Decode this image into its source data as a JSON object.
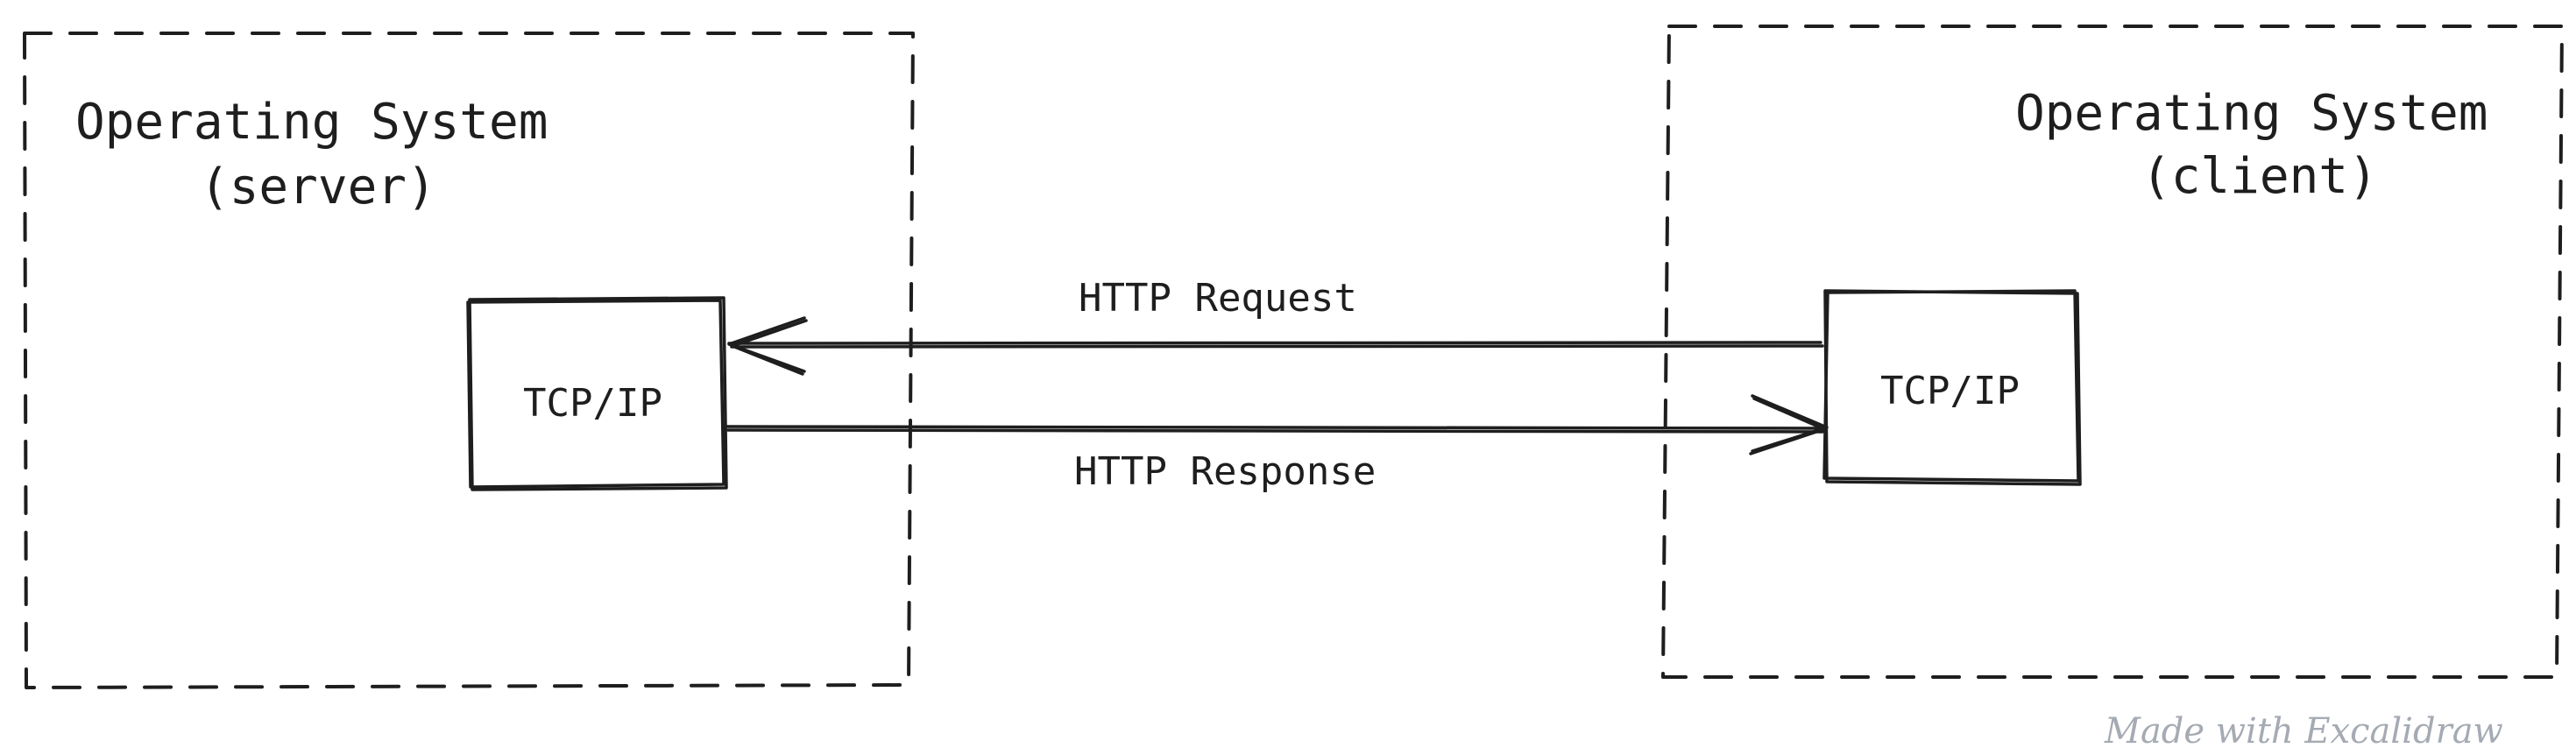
{
  "server": {
    "title_line1": "Operating System",
    "title_line2": "(server)",
    "box_label": "TCP/IP"
  },
  "client": {
    "title_line1": "Operating System",
    "title_line2": "(client)",
    "box_label": "TCP/IP"
  },
  "arrows": {
    "request_label": "HTTP Request",
    "response_label": "HTTP Response"
  },
  "watermark": "Made with Excalidraw",
  "colors": {
    "stroke": "#1e1e1e",
    "watermark": "#a5aab3",
    "background": "#ffffff"
  }
}
